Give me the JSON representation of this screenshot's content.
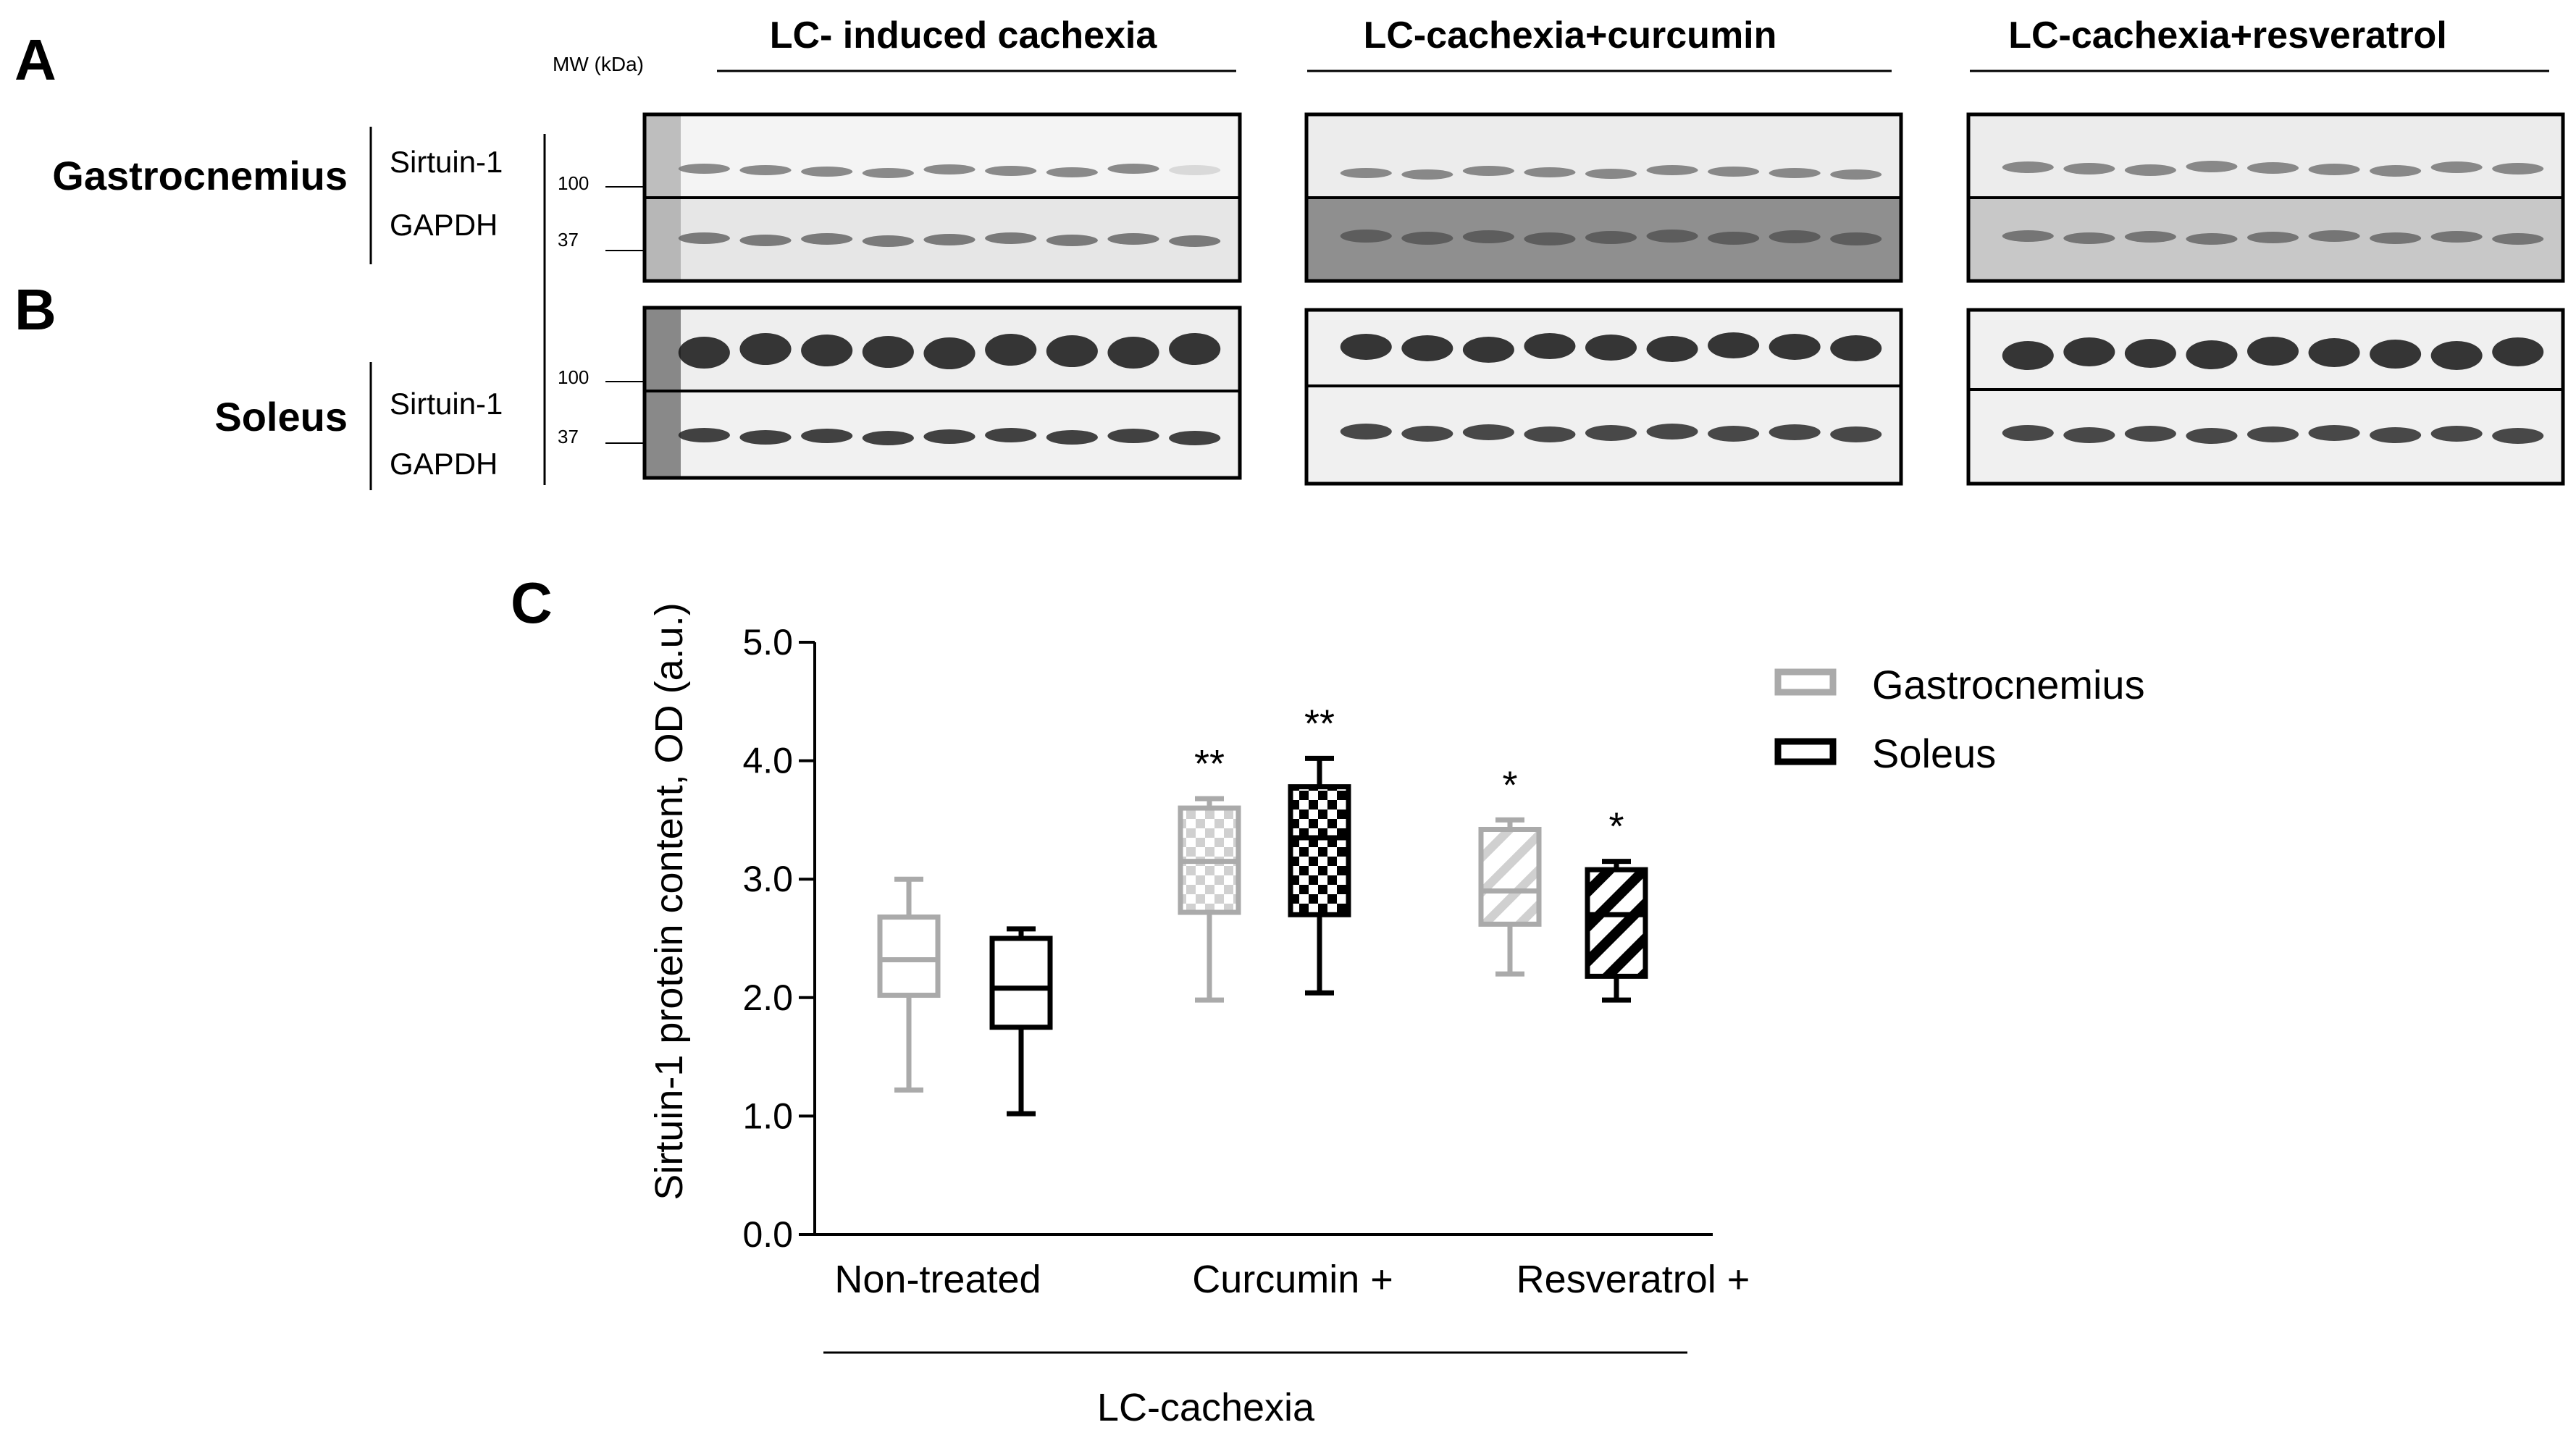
{
  "panel_labels": {
    "a": "A",
    "b": "B",
    "c": "C"
  },
  "mw_header": "MW (kDa)",
  "mw_markers": {
    "m100": "100",
    "m37": "37"
  },
  "blot_groups": [
    "LC- induced cachexia",
    "LC-cachexia+curcumin",
    "LC-cachexia+resveratrol"
  ],
  "tissues": {
    "gastrocnemius": "Gastrocnemius",
    "soleus": "Soleus"
  },
  "proteins": {
    "sirtuin": "Sirtuin-1",
    "gapdh": "GAPDH"
  },
  "chart_data": {
    "type": "box",
    "ylabel": "Sirtuin-1 protein content, OD (a.u.)",
    "ylim": [
      0,
      5
    ],
    "yticks": [
      "0.0",
      "1.0",
      "2.0",
      "3.0",
      "4.0",
      "5.0"
    ],
    "categories": [
      "Non-treated",
      "Curcumin +",
      "Resveratrol +"
    ],
    "group_label": "LC-cachexia",
    "legend_position": "top-right",
    "series": [
      {
        "name": "Gastrocnemius",
        "color": "#aaaaaa",
        "boxes": [
          {
            "min": 1.22,
            "q1": 2.02,
            "median": 2.32,
            "q3": 2.68,
            "max": 3.0
          },
          {
            "min": 1.98,
            "q1": 2.72,
            "median": 3.15,
            "q3": 3.6,
            "max": 3.68
          },
          {
            "min": 2.2,
            "q1": 2.62,
            "median": 2.9,
            "q3": 3.42,
            "max": 3.5
          }
        ],
        "annotations": [
          "",
          "**",
          "*"
        ]
      },
      {
        "name": "Soleus",
        "color": "#000000",
        "boxes": [
          {
            "min": 1.02,
            "q1": 1.75,
            "median": 2.08,
            "q3": 2.5,
            "max": 2.58
          },
          {
            "min": 2.04,
            "q1": 2.7,
            "median": 3.35,
            "q3": 3.78,
            "max": 4.02
          },
          {
            "min": 1.98,
            "q1": 2.18,
            "median": 2.7,
            "q3": 3.08,
            "max": 3.15
          }
        ],
        "annotations": [
          "",
          "**",
          "*"
        ]
      }
    ]
  }
}
